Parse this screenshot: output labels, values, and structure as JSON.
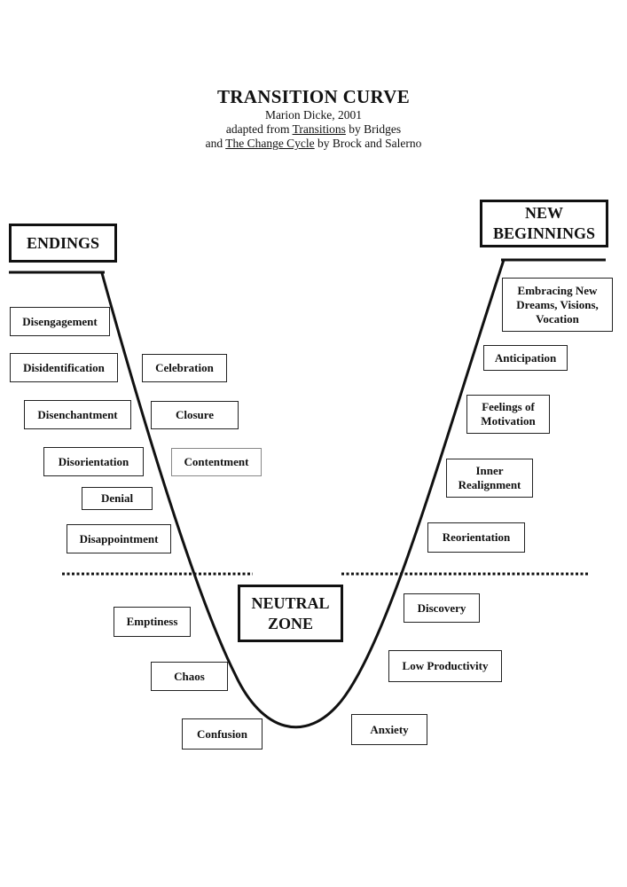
{
  "header": {
    "title": "TRANSITION CURVE",
    "author": "Marion Dicke, 2001",
    "line1_prefix": "adapted from ",
    "line1_book": "Transitions",
    "line1_suffix": " by Bridges",
    "line2_prefix": "and ",
    "line2_book": "The Change Cycle",
    "line2_suffix": " by Brock and Salerno"
  },
  "phases": {
    "endings": "ENDINGS",
    "neutral_zone": [
      "NEUTRAL",
      "ZONE"
    ],
    "new_beginnings": [
      "NEW",
      "BEGINNINGS"
    ]
  },
  "endings_items": [
    "Disengagement",
    "Disidentification",
    "Disenchantment",
    "Disorientation",
    "Denial",
    "Disappointment",
    "Celebration",
    "Closure",
    "Contentment"
  ],
  "neutral_items": [
    "Emptiness",
    "Chaos",
    "Confusion",
    "Anxiety",
    "Low Productivity",
    "Discovery"
  ],
  "beginnings_items": [
    "Reorientation",
    [
      "Inner",
      "Realignment"
    ],
    [
      "Feelings of",
      "Motivation"
    ],
    "Anticipation",
    [
      "Embracing New",
      "Dreams, Visions,",
      "Vocation"
    ]
  ],
  "colors": {
    "line": "#111111",
    "light_border": "#888888"
  }
}
